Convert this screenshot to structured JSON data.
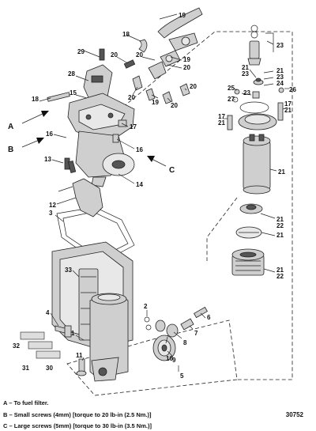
{
  "figure_number": "30752",
  "callouts": {
    "c1": "1",
    "c2": "2",
    "c3": "3",
    "c4": "4",
    "c5": "5",
    "c6": "6",
    "c7": "7",
    "c8": "8",
    "c9": "9",
    "c10": "10",
    "c11": "11",
    "c12": "12",
    "c13": "13",
    "c14": "14",
    "c15": "15",
    "c16a": "16",
    "c16b": "16",
    "c17a": "17",
    "c17b": "17",
    "c17c": "17",
    "c18a": "18",
    "c18b": "18",
    "c19a": "19",
    "c19b": "19",
    "c19c": "19",
    "c20a": "20",
    "c20b": "20",
    "c20c": "20",
    "c20d": "20",
    "c20e": "20",
    "c20f": "20",
    "c21a": "21",
    "c21b": "21",
    "c21c": "21",
    "c21d": "21",
    "c21e": "21",
    "c21f": "21",
    "c21g": "21",
    "c21h": "21",
    "c22a": "22",
    "c22b": "22",
    "c23a": "23",
    "c23b": "23",
    "c23c": "23",
    "c23d": "23",
    "c24": "24",
    "c25": "25",
    "c26": "26",
    "c27": "27",
    "c28": "28",
    "c29": "29",
    "c30": "30",
    "c31": "31",
    "c32": "32",
    "c33": "33"
  },
  "arrows": {
    "a": "A",
    "b": "B",
    "c": "C"
  },
  "legend": [
    {
      "key": "A",
      "text": "– To fuel filter."
    },
    {
      "key": "B",
      "text": "– Small screws (4mm) [torque to 20 lb-in (2.5 Nm.)]"
    },
    {
      "key": "C",
      "text": "– Large screws (5mm) [torque to 30 lb-in (3.5 Nm.)]"
    }
  ]
}
